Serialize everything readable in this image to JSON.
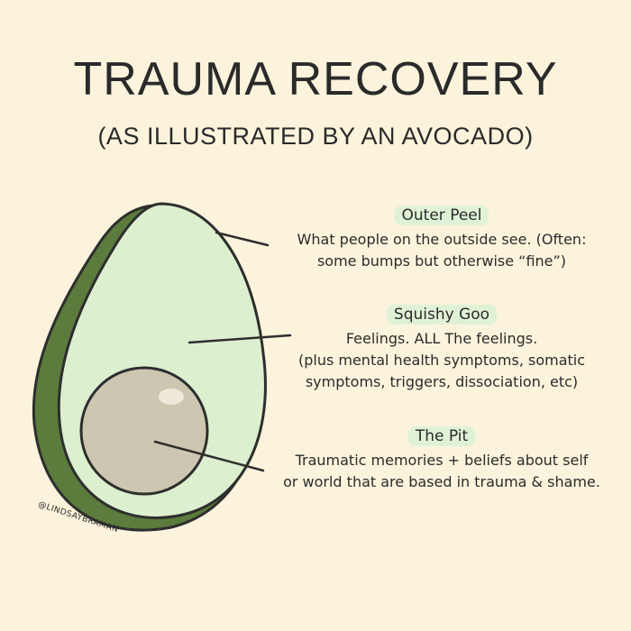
{
  "title": "TRAUMA RECOVERY",
  "subtitle": "(AS ILLUSTRATED BY AN AVOCADO)",
  "labels": {
    "outer_peel": {
      "heading": "Outer Peel",
      "lines": [
        "What people on the outside see. (Often:",
        "some bumps but otherwise “fine”)"
      ]
    },
    "squishy_goo": {
      "heading": "Squishy Goo",
      "lines": [
        "Feelings. ALL The feelings.",
        "(plus mental health symptoms, somatic",
        "symptoms, triggers, dissociation, etc)"
      ]
    },
    "the_pit": {
      "heading": "The Pit",
      "lines": [
        "Traumatic memories + beliefs about self",
        "or world that are based in trauma & shame."
      ]
    }
  },
  "watermark": "@LINDSAYBRAMAN",
  "colors": {
    "background": "#fbf3dc",
    "peel": "#5b7c3c",
    "flesh": "#dcefcf",
    "pit": "#cdc6b1",
    "outline": "#2e2e2e",
    "highlight": "#dff2d6"
  }
}
